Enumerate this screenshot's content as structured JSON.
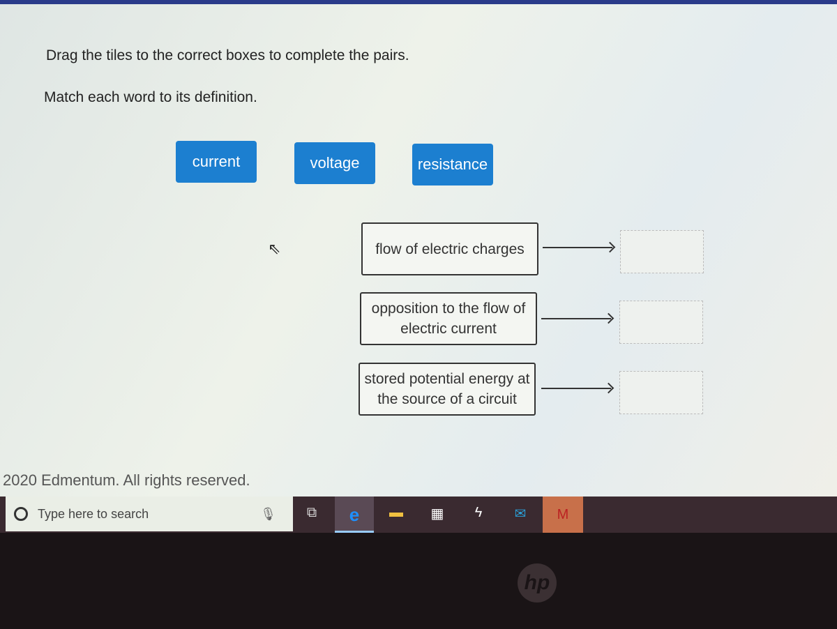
{
  "instructions": "Drag the tiles to the correct boxes to complete the pairs.",
  "prompt": "Match each word to its definition.",
  "tiles": [
    "current",
    "voltage",
    "resistance"
  ],
  "definitions": [
    "flow of electric charges",
    "opposition to the flow of electric current",
    "stored potential energy at the source of a circuit"
  ],
  "footer": "2020 Edmentum. All rights reserved.",
  "taskbar": {
    "search_placeholder": "Type here to search"
  },
  "brand": "hp"
}
